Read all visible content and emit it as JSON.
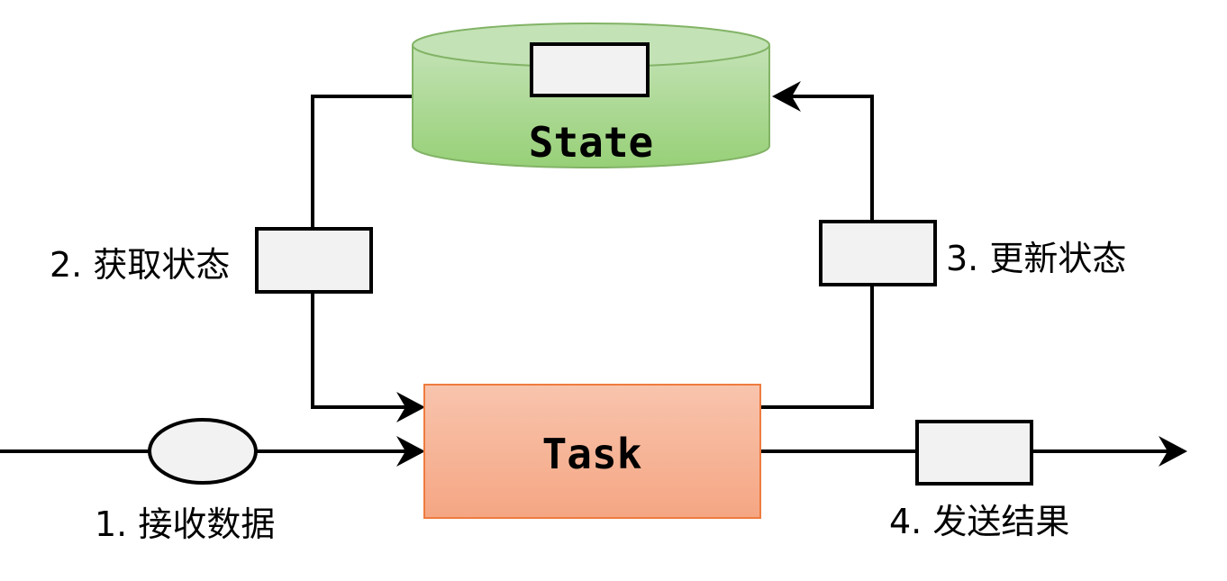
{
  "diagram": {
    "state_label": "State",
    "task_label": "Task",
    "step1_label": "1. 接收数据",
    "step2_label": "2. 获取状态",
    "step3_label": "3. 更新状态",
    "step4_label": "4. 发送结果"
  },
  "colors": {
    "state_fill_top": "#c3e2b5",
    "state_fill_bottom": "#97d077",
    "state_stroke": "#82b366",
    "task_fill_top": "#f8c4ad",
    "task_fill_bottom": "#f5a683",
    "task_stroke": "#ee7b3f",
    "token_fill": "#f2f2f2",
    "line": "#000000"
  }
}
